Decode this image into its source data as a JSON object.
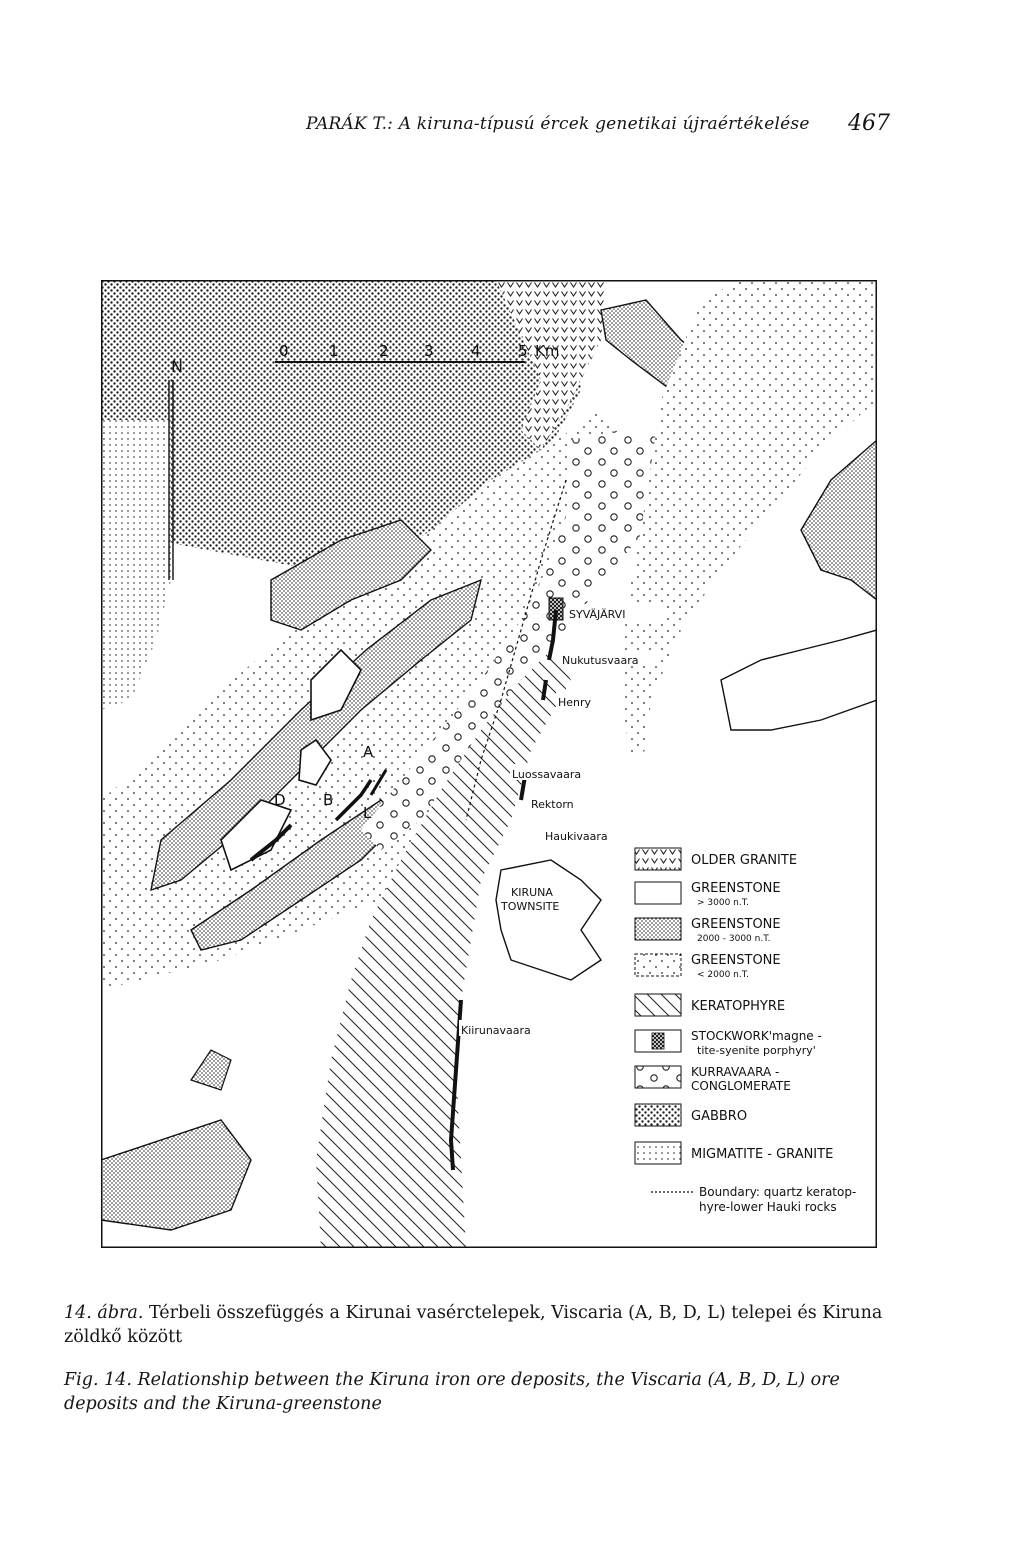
{
  "header": {
    "author": "PARÁK T.:",
    "title": "A kiruna-típusú ércek genetikai újraértékelése",
    "page_number": "467"
  },
  "map": {
    "north": "N",
    "scale": {
      "ticks": [
        "0",
        "1",
        "2",
        "3",
        "4",
        "5"
      ],
      "unit": "Km"
    },
    "places": {
      "syvajarvi": "SYVÄJÄRVI",
      "nukutusvaara": "Nukutusvaara",
      "henry": "Henry",
      "luossavaara": "Luossavaara",
      "rektorn": "Rektorn",
      "haukivaara": "Haukivaara",
      "kiruna_1": "KIRUNA",
      "kiruna_2": "TOWNSITE",
      "kiirunavaara": "Kiirunavaara"
    },
    "deposits": {
      "a": "A",
      "b": "B",
      "d": "D",
      "l": "L"
    },
    "legend": [
      {
        "id": "older-granite",
        "label": "OLDER GRANITE",
        "sub": ""
      },
      {
        "id": "greenstone-high",
        "label": "GREENSTONE",
        "sub": "> 3000 n.T."
      },
      {
        "id": "greenstone-mid",
        "label": "GREENSTONE",
        "sub": "2000 - 3000 n.T."
      },
      {
        "id": "greenstone-low",
        "label": "GREENSTONE",
        "sub": "< 2000 n.T."
      },
      {
        "id": "keratophyre",
        "label": "KERATOPHYRE",
        "sub": ""
      },
      {
        "id": "stockwork",
        "label": "STOCKWORK'magne -",
        "sub": "tite-syenite porphyry'"
      },
      {
        "id": "kurravaara",
        "label": "KURRAVAARA -",
        "sub": "CONGLOMERATE"
      },
      {
        "id": "gabbro",
        "label": "GABBRO",
        "sub": ""
      },
      {
        "id": "migmatite",
        "label": "MIGMATITE - GRANITE",
        "sub": ""
      },
      {
        "id": "boundary",
        "label": "Boundary: quartz keratop-",
        "sub": "hyre-lower Hauki rocks"
      }
    ]
  },
  "caption": {
    "hu_label": "14. ábra.",
    "hu_text": "Térbeli összefüggés a Kirunai vasérctelepek, Viscaria (A, B, D, L) telepei és Kiruna zöldkő között",
    "en_label": "Fig. 14.",
    "en_text": "Relationship between the Kiruna iron ore deposits, the Viscaria (A, B, D, L) ore deposits and the Kiruna-greenstone"
  }
}
